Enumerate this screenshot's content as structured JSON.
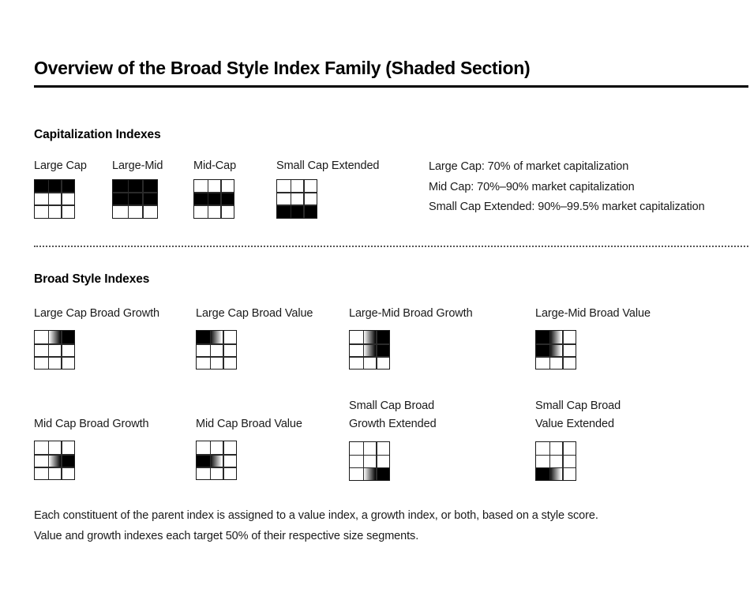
{
  "page": {
    "title": "Overview of the Broad Style Index Family (Shaded Section)",
    "background_color": "#ffffff",
    "text_color": "#1a1a1a",
    "shade_color": "#000000"
  },
  "capitalization": {
    "heading": "Capitalization Indexes",
    "items": [
      {
        "label": "Large Cap",
        "grid": {
          "rows": 3,
          "cols": 3,
          "fill": "solid",
          "band_start_row": 1,
          "band_end_row": 1
        }
      },
      {
        "label": "Large-Mid",
        "grid": {
          "rows": 3,
          "cols": 3,
          "fill": "solid",
          "band_start_row": 1,
          "band_end_row": 2
        }
      },
      {
        "label": "Mid-Cap",
        "grid": {
          "rows": 3,
          "cols": 3,
          "fill": "solid",
          "band_start_row": 2,
          "band_end_row": 2
        }
      },
      {
        "label": "Small Cap Extended",
        "grid": {
          "rows": 3,
          "cols": 3,
          "fill": "solid",
          "band_start_row": 3,
          "band_end_row": 3
        }
      }
    ],
    "notes": [
      "Large Cap: 70% of market capitalization",
      "Mid Cap: 70%–90% market capitalization",
      "Small Cap Extended: 90%–99.5% market capitalization"
    ]
  },
  "broad_style": {
    "heading": "Broad Style Indexes",
    "items": [
      {
        "label": "Large Cap Broad Growth",
        "grid": {
          "rows": 3,
          "cols": 3,
          "fill": "gradient",
          "direction": "growth",
          "band_start_row": 1,
          "band_end_row": 1
        }
      },
      {
        "label": "Large Cap Broad Value",
        "grid": {
          "rows": 3,
          "cols": 3,
          "fill": "gradient",
          "direction": "value",
          "band_start_row": 1,
          "band_end_row": 1
        }
      },
      {
        "label": "Large-Mid Broad Growth",
        "grid": {
          "rows": 3,
          "cols": 3,
          "fill": "gradient",
          "direction": "growth",
          "band_start_row": 1,
          "band_end_row": 2
        }
      },
      {
        "label": "Large-Mid Broad Value",
        "grid": {
          "rows": 3,
          "cols": 3,
          "fill": "gradient",
          "direction": "value",
          "band_start_row": 1,
          "band_end_row": 2
        }
      },
      {
        "label": "Mid Cap Broad Growth",
        "grid": {
          "rows": 3,
          "cols": 3,
          "fill": "gradient",
          "direction": "growth",
          "band_start_row": 2,
          "band_end_row": 2
        }
      },
      {
        "label": "Mid Cap Broad Value",
        "grid": {
          "rows": 3,
          "cols": 3,
          "fill": "gradient",
          "direction": "value",
          "band_start_row": 2,
          "band_end_row": 2
        }
      },
      {
        "label": "Small Cap Broad\nGrowth Extended",
        "grid": {
          "rows": 3,
          "cols": 3,
          "fill": "gradient",
          "direction": "growth",
          "band_start_row": 3,
          "band_end_row": 3
        }
      },
      {
        "label": "Small Cap Broad\nValue Extended",
        "grid": {
          "rows": 3,
          "cols": 3,
          "fill": "gradient",
          "direction": "value",
          "band_start_row": 3,
          "band_end_row": 3
        }
      }
    ]
  },
  "footer": {
    "lines": [
      "Each constituent of the parent index is assigned to a value index, a growth index, or both, based on a style score.",
      "Value and growth indexes each target 50% of their respective size segments."
    ]
  }
}
